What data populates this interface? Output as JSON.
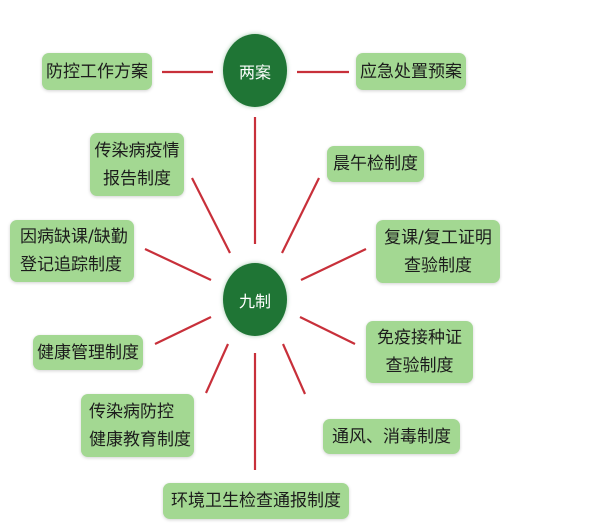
{
  "colors": {
    "hub": "#1f7535",
    "box": "#a3d892",
    "line": "#c8303a"
  },
  "top_hub": {
    "label": "两案"
  },
  "center_hub": {
    "label": "九制"
  },
  "plans": [
    {
      "lines": [
        "防控工作方案"
      ]
    },
    {
      "lines": [
        "应急处置预案"
      ]
    }
  ],
  "systems": [
    {
      "lines": [
        "传染病疫情",
        "报告制度"
      ]
    },
    {
      "lines": [
        "晨午检制度"
      ]
    },
    {
      "lines": [
        "因病缺课/缺勤",
        "登记追踪制度"
      ]
    },
    {
      "lines": [
        "复课/复工证明",
        "查验制度"
      ]
    },
    {
      "lines": [
        "健康管理制度"
      ]
    },
    {
      "lines": [
        "免疫接种证",
        "查验制度"
      ]
    },
    {
      "lines": [
        "传染病防控",
        "健康教育制度"
      ]
    },
    {
      "lines": [
        "通风、消毒制度"
      ]
    },
    {
      "lines": [
        "环境卫生检查通报制度"
      ]
    }
  ]
}
